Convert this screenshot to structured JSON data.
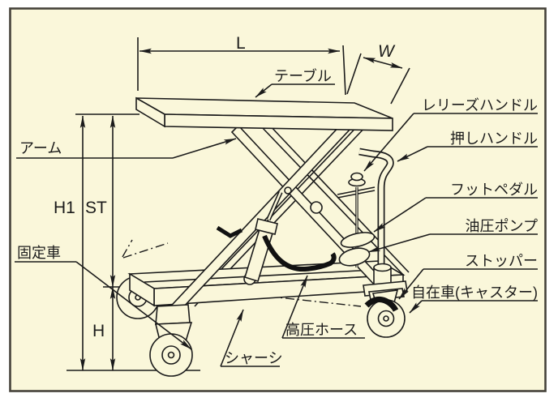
{
  "diagram": {
    "title_hint": "scissor-lift-hand-truck-diagram",
    "colors": {
      "panel_background": "#faf7da",
      "panel_border": "#45423a",
      "line": "#1b1b1b"
    },
    "dimensions": {
      "length": "L",
      "width": "W",
      "max_height": "H1",
      "stroke_travel": "ST",
      "min_height": "H"
    },
    "labels": {
      "table": "テーブル",
      "release_handle": "レリーズハンドル",
      "push_handle": "押しハンドル",
      "foot_pedal": "フットペダル",
      "hydraulic_pump": "油圧ポンプ",
      "stopper": "ストッパー",
      "swivel_caster": "自在車(キャスター)",
      "arm": "アーム",
      "fixed_wheel": "固定車",
      "high_pressure_hose": "高圧ホース",
      "chassis": "シャーシ"
    }
  }
}
